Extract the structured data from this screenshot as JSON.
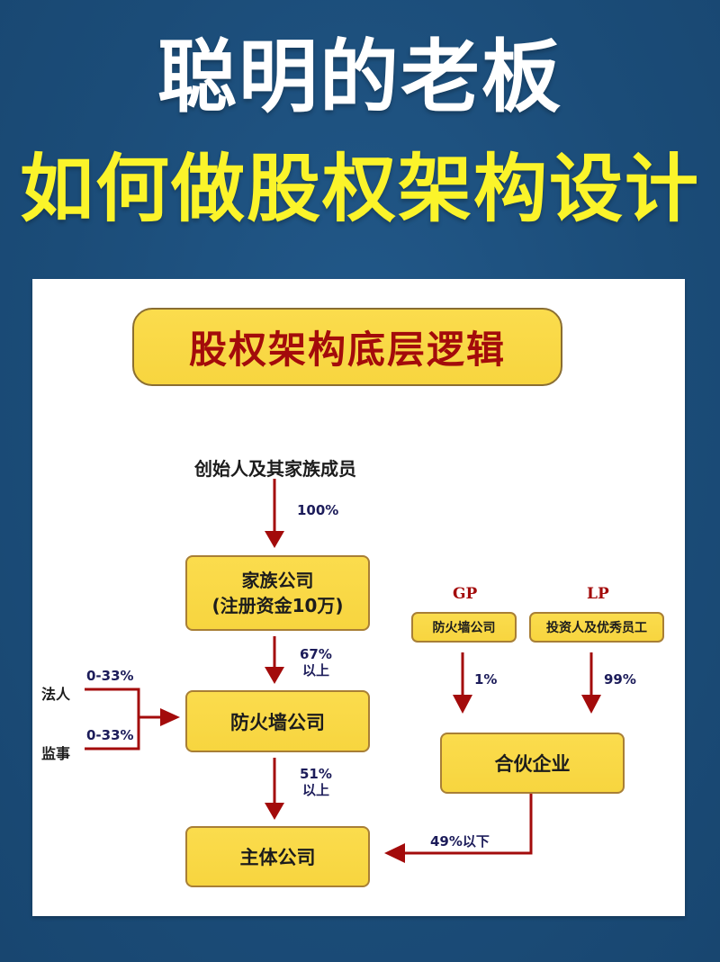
{
  "title": {
    "line1": "聪明的老板",
    "line2": "如何做股权架构设计"
  },
  "colors": {
    "background": "#1d4f7a",
    "title_white": "#ffffff",
    "title_yellow": "#fbf42a",
    "box_fill": "#f9d846",
    "box_border": "#a87f36",
    "arrow": "#a30b0b",
    "header_text": "#a30b0b",
    "percent_text": "#1c1c5a"
  },
  "diagram": {
    "header": "股权架构底层逻辑",
    "founder": "创始人及其家族成员",
    "founder_to_family_pct": "100%",
    "family_company": {
      "line1": "家族公司",
      "line2": "(注册资金10万)"
    },
    "family_to_firewall_pct": {
      "line1": "67%",
      "line2": "以上"
    },
    "firewall_company": "防火墙公司",
    "legal_person": {
      "label": "法人",
      "pct": "0-33%"
    },
    "supervisor": {
      "label": "监事",
      "pct": "0-33%"
    },
    "firewall_to_main_pct": {
      "line1": "51%",
      "line2": "以上"
    },
    "main_company": "主体公司",
    "gp": {
      "role": "GP",
      "entity": "防火墙公司",
      "pct": "1%"
    },
    "lp": {
      "role": "LP",
      "entity": "投资人及优秀员工",
      "pct": "99%"
    },
    "partnership": "合伙企业",
    "partnership_to_main_pct": "49%以下"
  }
}
